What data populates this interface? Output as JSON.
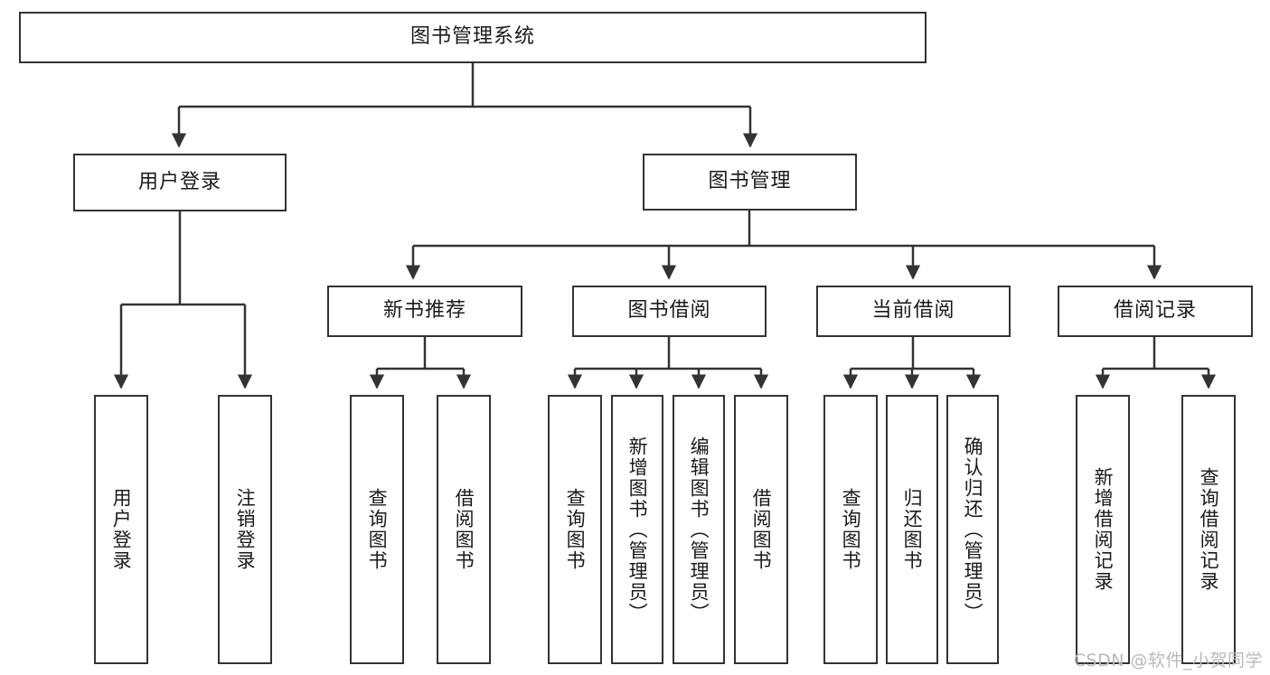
{
  "diagram": {
    "title": "图书管理系统",
    "type": "functional-structure-tree",
    "watermark": "CSDN @软件_小贺同学",
    "colors": {
      "stroke": "#333333",
      "fill": "#ffffff",
      "text": "#1a1a1a",
      "watermark": "#b9b9b9"
    },
    "nodes": {
      "root": "图书管理系统",
      "level2": {
        "user_login": "用户登录",
        "book_manage": "图书管理"
      },
      "level3": {
        "new_book_rec": "新书推荐",
        "book_borrow": "图书借阅",
        "current_borrow": "当前借阅",
        "borrow_record": "借阅记录"
      },
      "leaves": {
        "user_login_1": "用户登录",
        "user_login_2": "注销登录",
        "new_book_rec_1": "查询图书",
        "new_book_rec_2": "借阅图书",
        "book_borrow_1": "查询图书",
        "book_borrow_2": "新增图书（管理员）",
        "book_borrow_3": "编辑图书（管理员）",
        "book_borrow_4": "借阅图书",
        "current_borrow_1": "查询图书",
        "current_borrow_2": "归还图书",
        "current_borrow_3": "确认归还（管理员）",
        "borrow_record_1": "新增借阅记录",
        "borrow_record_2": "查询借阅记录"
      }
    }
  }
}
